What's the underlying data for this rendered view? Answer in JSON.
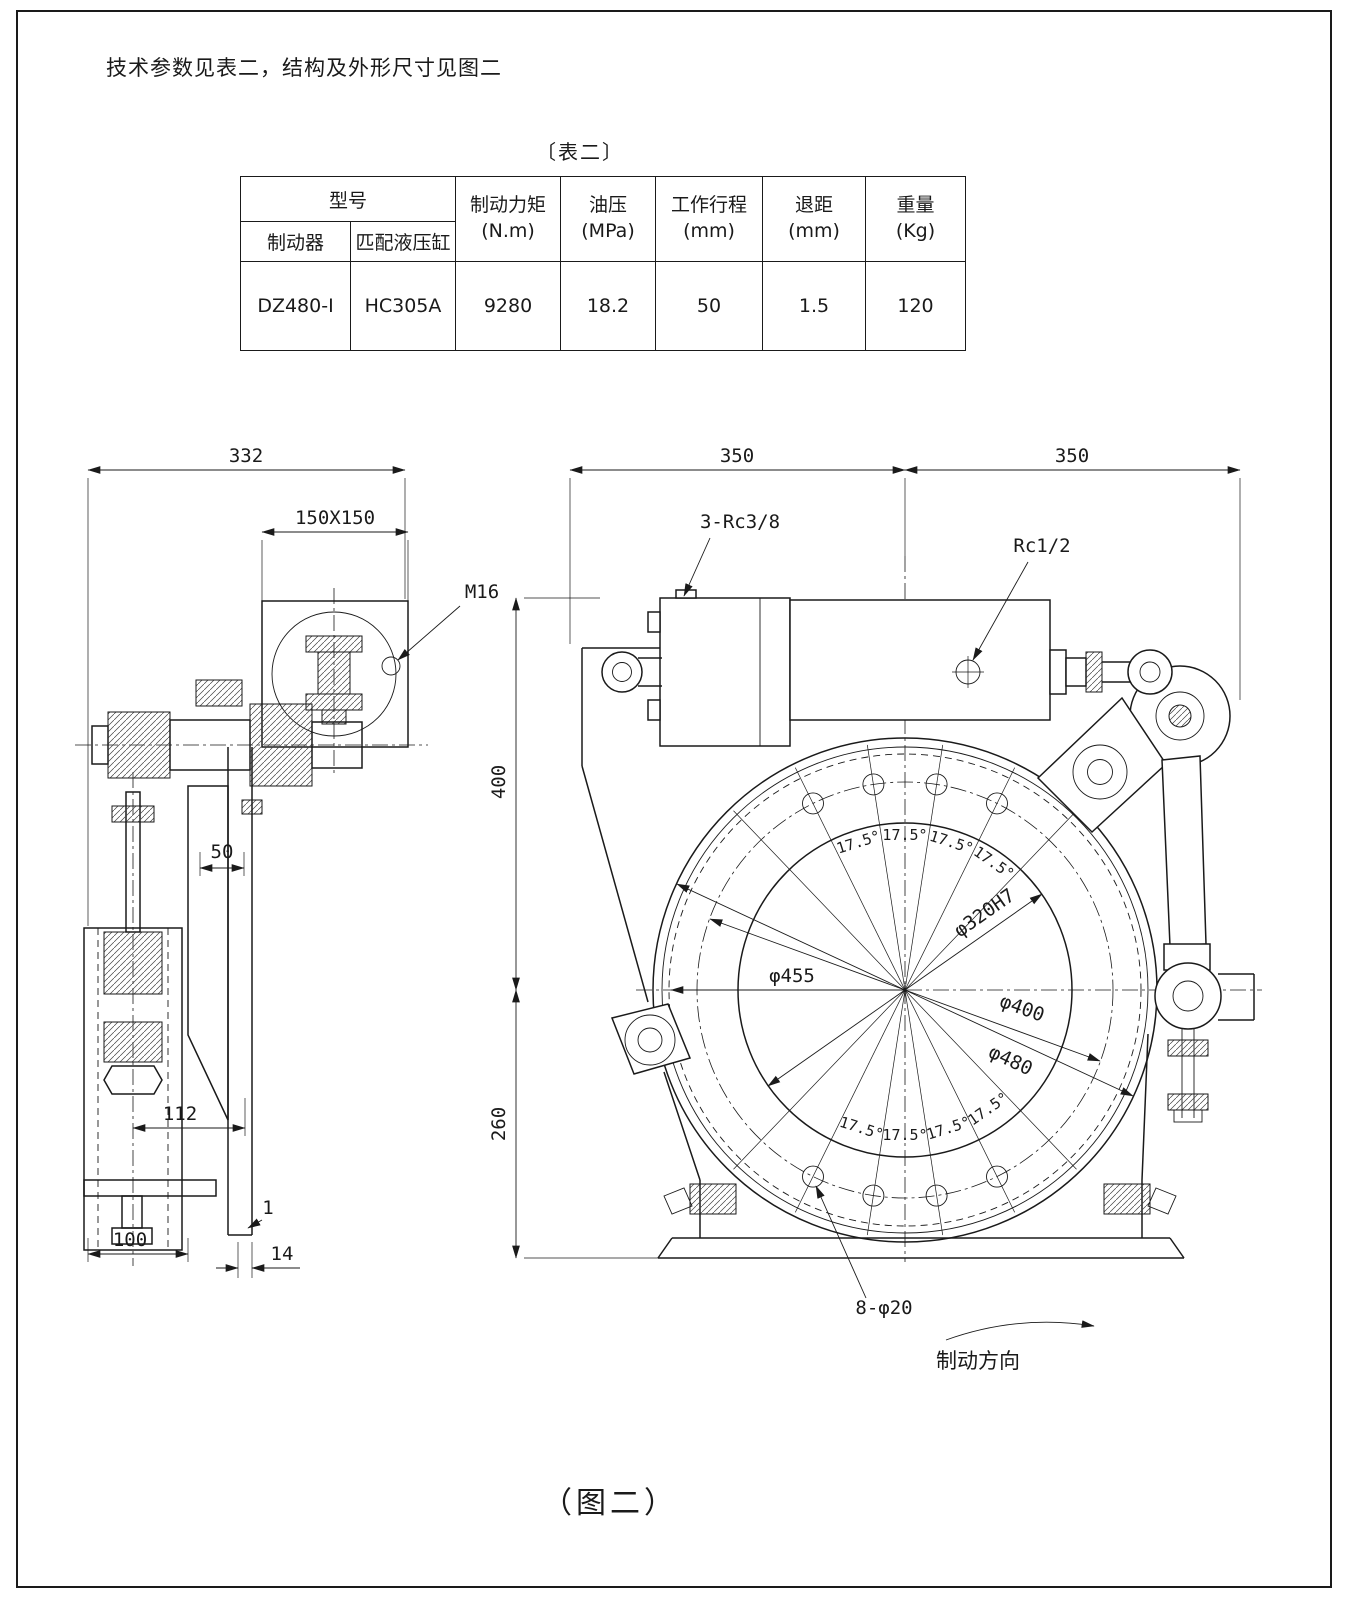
{
  "page": {
    "note": "技术参数见表二，结构及外形尺寸见图二",
    "table_label": "〔表二〕",
    "figure_caption": "（图二）"
  },
  "table": {
    "headers": {
      "model_group": "型号",
      "brake": "制动器",
      "hydraulic_cylinder": "匹配液压缸",
      "torque": "制动力矩",
      "torque_unit": "(N.m)",
      "oil_pressure": "油压",
      "oil_pressure_unit": "(MPa)",
      "stroke": "工作行程",
      "stroke_unit": "(mm)",
      "retreat": "退距",
      "retreat_unit": "(mm)",
      "weight": "重量",
      "weight_unit": "(Kg)"
    },
    "row": {
      "brake_model": "DZ480-Ⅰ",
      "cylinder_model": "HC305A",
      "torque": "9280",
      "oil_pressure": "18.2",
      "stroke": "50",
      "retreat": "1.5",
      "weight": "120"
    }
  },
  "side_view": {
    "dim_width": "332",
    "dim_plate": "150X150",
    "bolt_label": "M16",
    "dim_50": "50",
    "dim_112": "112",
    "dim_100": "100",
    "dim_1": "1",
    "dim_14": "14"
  },
  "front_view": {
    "dim_left": "350",
    "dim_right": "350",
    "dim_height_top": "400",
    "dim_height_bottom": "260",
    "ports_label": "3-Rc3/8",
    "port_label": "Rc1/2",
    "bore_label": "φ320H7",
    "dia_455": "φ455",
    "dia_400": "φ400",
    "dia_480": "φ480",
    "angle_label": "17.5°",
    "holes_label": "8-φ20",
    "direction_label": "制动方向"
  }
}
